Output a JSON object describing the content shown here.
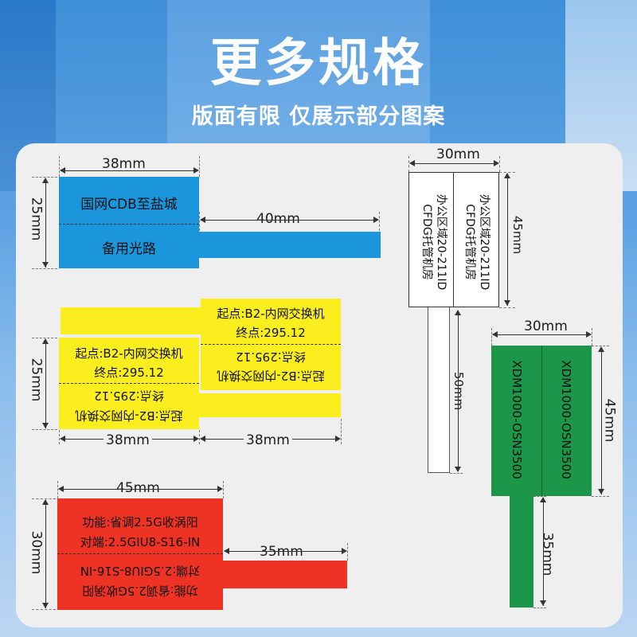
{
  "header": {
    "title": "更多规格",
    "subtitle": "版面有限 仅展示部分图案"
  },
  "colors": {
    "blue": "#1b96dd",
    "yellow": "#fbee1f",
    "red": "#ee3223",
    "green": "#1c9648",
    "white_tag": "#ffffff"
  },
  "blue_label": {
    "width": "38mm",
    "height": "25mm",
    "tail": "40mm",
    "line1": "国网CDB至盐城",
    "line2": "备用光路"
  },
  "yellow_label": {
    "height": "25mm",
    "width": "38mm",
    "tail": "38mm",
    "line1": "起点:B2-内网交换机",
    "line2": "终点:295.12"
  },
  "red_label": {
    "width": "45mm",
    "height": "30mm",
    "tail": "35mm",
    "line1": "功能:省调2.5G收涡阳",
    "line2": "对端:2.5GIU8-S16-IN"
  },
  "white_label": {
    "width": "30mm",
    "height": "45mm",
    "tail": "50mm",
    "line1": "办公区域20-211ID",
    "line2": "CFDG托管机房"
  },
  "green_label": {
    "width": "30mm",
    "height": "45mm",
    "tail": "35mm",
    "text": "XDM1000-OSN3500"
  }
}
